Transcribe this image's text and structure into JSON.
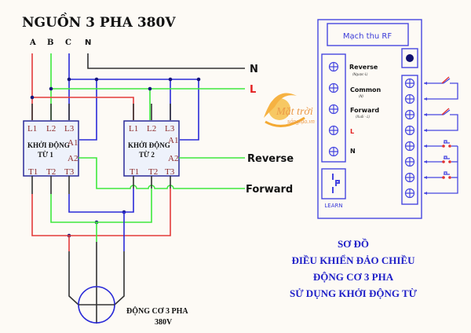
{
  "title": "NGUỒN 3 PHA 380V",
  "phases": [
    "A",
    "B",
    "C",
    "N"
  ],
  "contactor1": {
    "name_line1": "KHỞI ĐỘNG",
    "name_line2": "TỪ 1",
    "pins_top": [
      "L1",
      "L2",
      "L3"
    ],
    "pins_side": [
      "A1",
      "A2"
    ],
    "pins_bottom": [
      "T1",
      "T2",
      "T3"
    ]
  },
  "contactor2": {
    "name_line1": "KHỞI ĐỘNG",
    "name_line2": "TỪ 2",
    "pins_top": [
      "L1",
      "L2",
      "L3"
    ],
    "pins_side": [
      "A1",
      "A2"
    ],
    "pins_bottom": [
      "T1",
      "T2",
      "T3"
    ]
  },
  "wire_labels": {
    "n": "N",
    "l": "L",
    "reverse": "Reverse",
    "forward": "Forward"
  },
  "rf_module": {
    "title": "Mạch thu RF",
    "terminals": [
      {
        "label": "Reverse",
        "sub": "(Ngược-L)"
      },
      {
        "label": "Common",
        "sub": "(N)"
      },
      {
        "label": "Forward",
        "sub": "(Xuôi - L)"
      },
      {
        "label": "L",
        "sub": ""
      },
      {
        "label": "N",
        "sub": ""
      }
    ],
    "learn_label": "LEARN",
    "output_terminal_count": 8
  },
  "motor": {
    "line1": "ĐỘNG CƠ 3 PHA",
    "line2": "380V"
  },
  "caption": {
    "line1": "SƠ ĐỒ",
    "line2": "ĐIỀU KHIỂN ĐẢO CHIỀU",
    "line3": "ĐỘNG CƠ 3 PHA",
    "line4": "SỬ DỤNG KHỞI ĐỘNG TỪ"
  },
  "watermark": {
    "line1": "Mặt trời",
    "line2": "sángtạo.vn"
  },
  "colors": {
    "phase_a": "#e33a3a",
    "phase_b": "#3ee83e",
    "phase_c": "#2a2ad8",
    "rf_blue": "#4646e0",
    "caption_blue": "#2020c8"
  }
}
